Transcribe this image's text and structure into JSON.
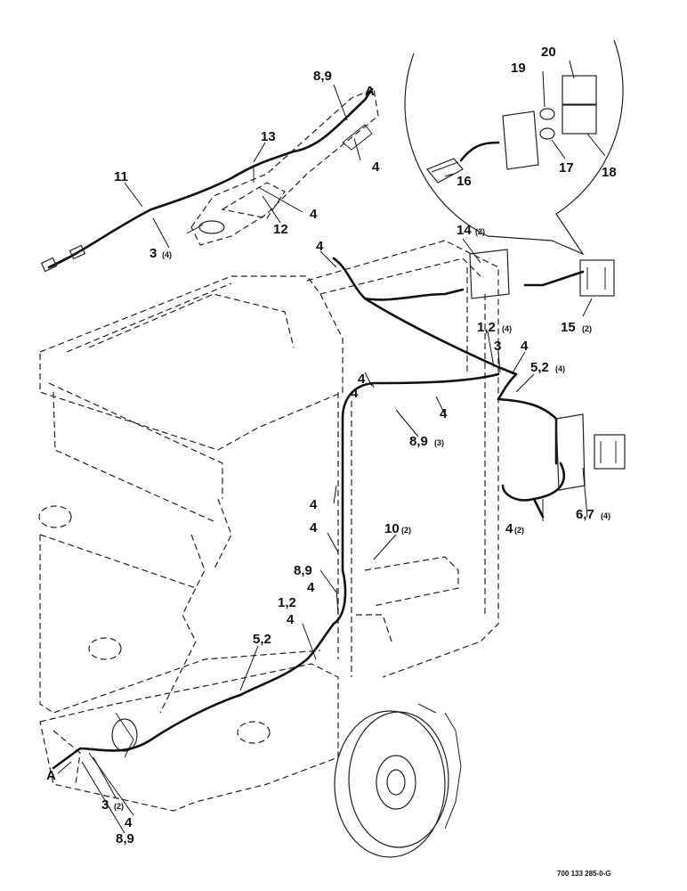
{
  "drawing_number": "700 133 285-0-G",
  "callouts": [
    {
      "label": "8,9",
      "qty": ""
    },
    {
      "label": "A",
      "qty": ""
    },
    {
      "label": "13",
      "qty": ""
    },
    {
      "label": "4",
      "qty": ""
    },
    {
      "label": "11",
      "qty": ""
    },
    {
      "label": "4",
      "qty": ""
    },
    {
      "label": "12",
      "qty": ""
    },
    {
      "label": "3",
      "qty": "(4)"
    },
    {
      "label": "20",
      "qty": ""
    },
    {
      "label": "19",
      "qty": ""
    },
    {
      "label": "17",
      "qty": ""
    },
    {
      "label": "18",
      "qty": ""
    },
    {
      "label": "16",
      "qty": ""
    },
    {
      "label": "4",
      "qty": ""
    },
    {
      "label": "14",
      "qty": "(2)"
    },
    {
      "label": "15",
      "qty": "(2)"
    },
    {
      "label": "1,2",
      "qty": "(4)"
    },
    {
      "label": "3",
      "qty": ""
    },
    {
      "label": "4",
      "qty": ""
    },
    {
      "label": "5,2",
      "qty": "(4)"
    },
    {
      "label": "4",
      "qty": ""
    },
    {
      "label": "4",
      "qty": ""
    },
    {
      "label": "4",
      "qty": ""
    },
    {
      "label": "8,9",
      "qty": "(3)"
    },
    {
      "label": "4",
      "qty": ""
    },
    {
      "label": "6,7",
      "qty": "(4)"
    },
    {
      "label": "4",
      "qty": "(2)"
    },
    {
      "label": "4",
      "qty": ""
    },
    {
      "label": "10",
      "qty": "(2)"
    },
    {
      "label": "8,9",
      "qty": ""
    },
    {
      "label": "4",
      "qty": ""
    },
    {
      "label": "1,2",
      "qty": ""
    },
    {
      "label": "4",
      "qty": ""
    },
    {
      "label": "5,2",
      "qty": ""
    },
    {
      "label": "A",
      "qty": ""
    },
    {
      "label": "3",
      "qty": "(2)"
    },
    {
      "label": "4",
      "qty": ""
    },
    {
      "label": "8,9",
      "qty": ""
    }
  ]
}
